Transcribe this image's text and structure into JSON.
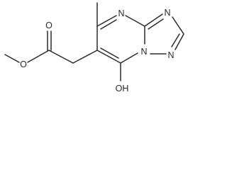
{
  "molecule": {
    "atoms": {
      "ester_o": "O",
      "carbonyl_o": "O",
      "pyrimidine_n4": "N",
      "triazole_n3": "N",
      "triazole_n1": "N",
      "bridge_n": "N",
      "hydroxyl": "OH"
    }
  }
}
